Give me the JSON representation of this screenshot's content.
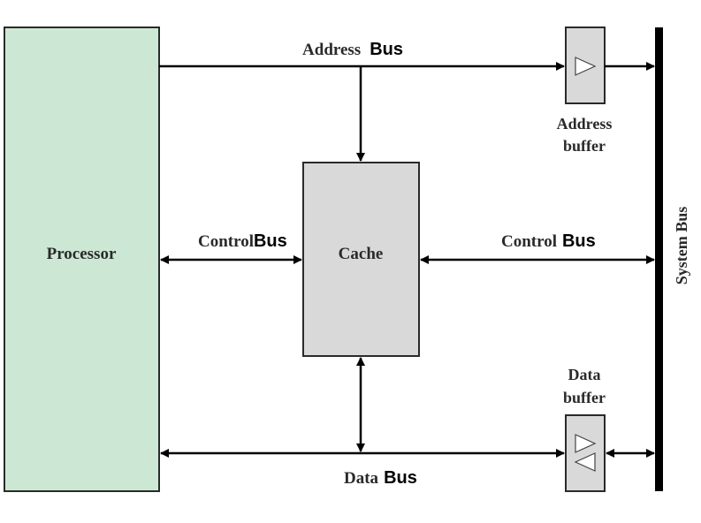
{
  "diagram": {
    "processor": {
      "label": "Processor",
      "fill": "#cce8d4"
    },
    "cache": {
      "label": "Cache",
      "fill": "#d9d9d9"
    },
    "address_bus": {
      "prefix": "Address",
      "suffix": "Bus"
    },
    "control_bus_left": {
      "prefix": "Control",
      "suffix": "Bus"
    },
    "control_bus_right": {
      "prefix": "Control",
      "suffix": "Bus"
    },
    "data_bus": {
      "prefix": "Data",
      "suffix": "Bus"
    },
    "address_buffer": {
      "line1": "Address",
      "line2": "buffer",
      "fill": "#d9d9d9"
    },
    "data_buffer": {
      "line1": "Data",
      "line2": "buffer",
      "fill": "#d9d9d9"
    },
    "system_bus": {
      "label": "System Bus"
    }
  }
}
